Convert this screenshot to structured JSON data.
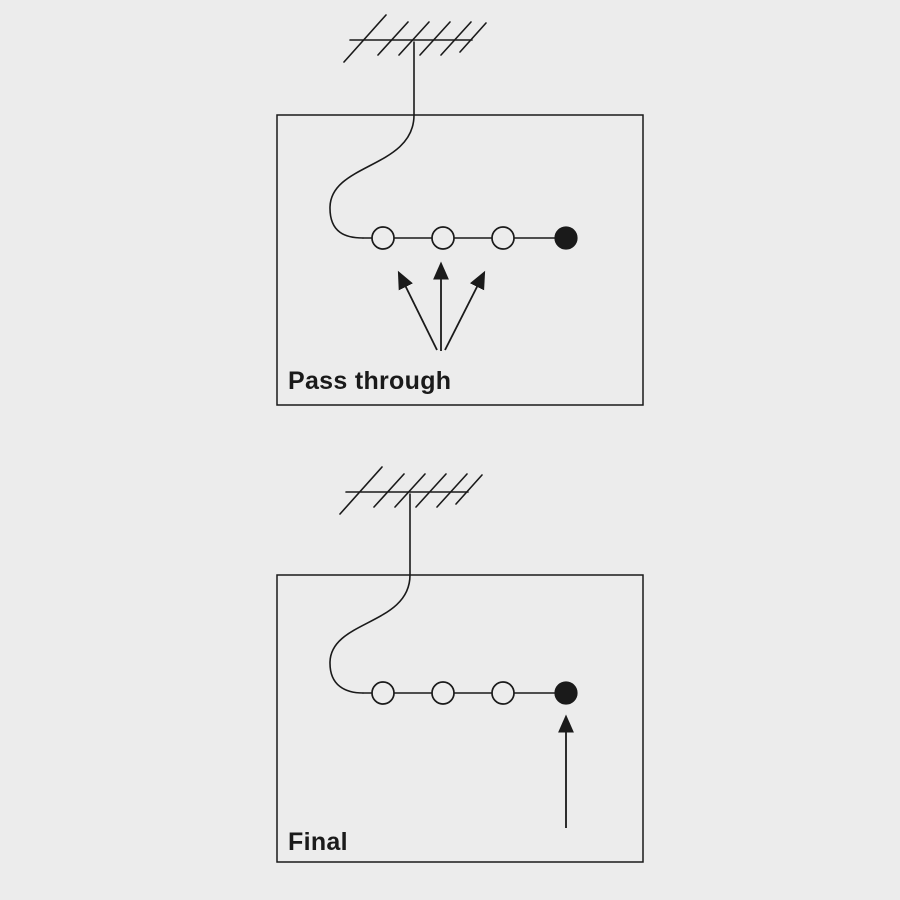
{
  "colors": {
    "background": "#ececec",
    "ink": "#1a1a1a"
  },
  "icons": {
    "antenna": "antenna-icon",
    "arrow": "up-arrow-icon"
  },
  "panels": [
    {
      "label": "Pass through",
      "open_ports": 3,
      "terminated_ports": 1,
      "arrows": 3
    },
    {
      "label": "Final",
      "open_ports": 3,
      "terminated_ports": 1,
      "arrows": 1
    }
  ]
}
